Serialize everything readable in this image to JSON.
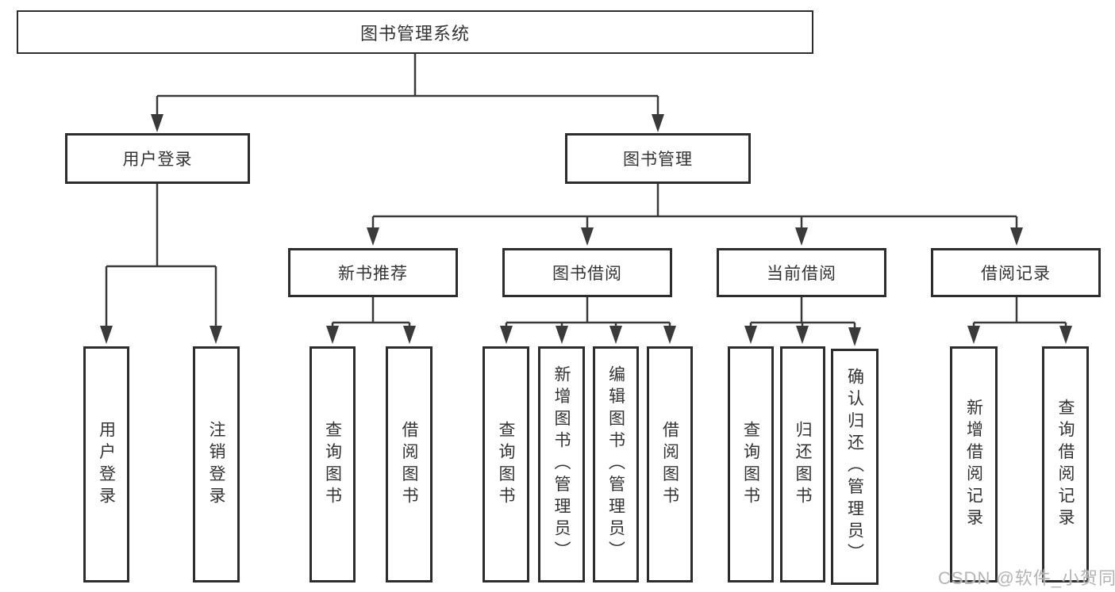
{
  "diagram": {
    "root": {
      "label": "图书管理系统"
    },
    "level2": [
      {
        "label": "用户登录"
      },
      {
        "label": "图书管理"
      }
    ],
    "level3": [
      {
        "label": "新书推荐"
      },
      {
        "label": "图书借阅"
      },
      {
        "label": "当前借阅"
      },
      {
        "label": "借阅记录"
      }
    ],
    "leaves": {
      "login": [
        "用户登录",
        "注销登录"
      ],
      "recommend": [
        "查询图书",
        "借阅图书"
      ],
      "borrow": [
        "查询图书",
        "新增图书（管理员）",
        "编辑图书（管理员）",
        "借阅图书"
      ],
      "current": [
        "查询图书",
        "归还图书",
        "确认归还（管理员）"
      ],
      "records": [
        "新增借阅记录",
        "查询借阅记录"
      ]
    }
  },
  "watermark": {
    "text": "CSDN @软件_小贺同学",
    "color": "#b4b4b4"
  },
  "colors": {
    "border": "#2d2d2d",
    "line": "#3a3a3a",
    "text": "#333333"
  }
}
